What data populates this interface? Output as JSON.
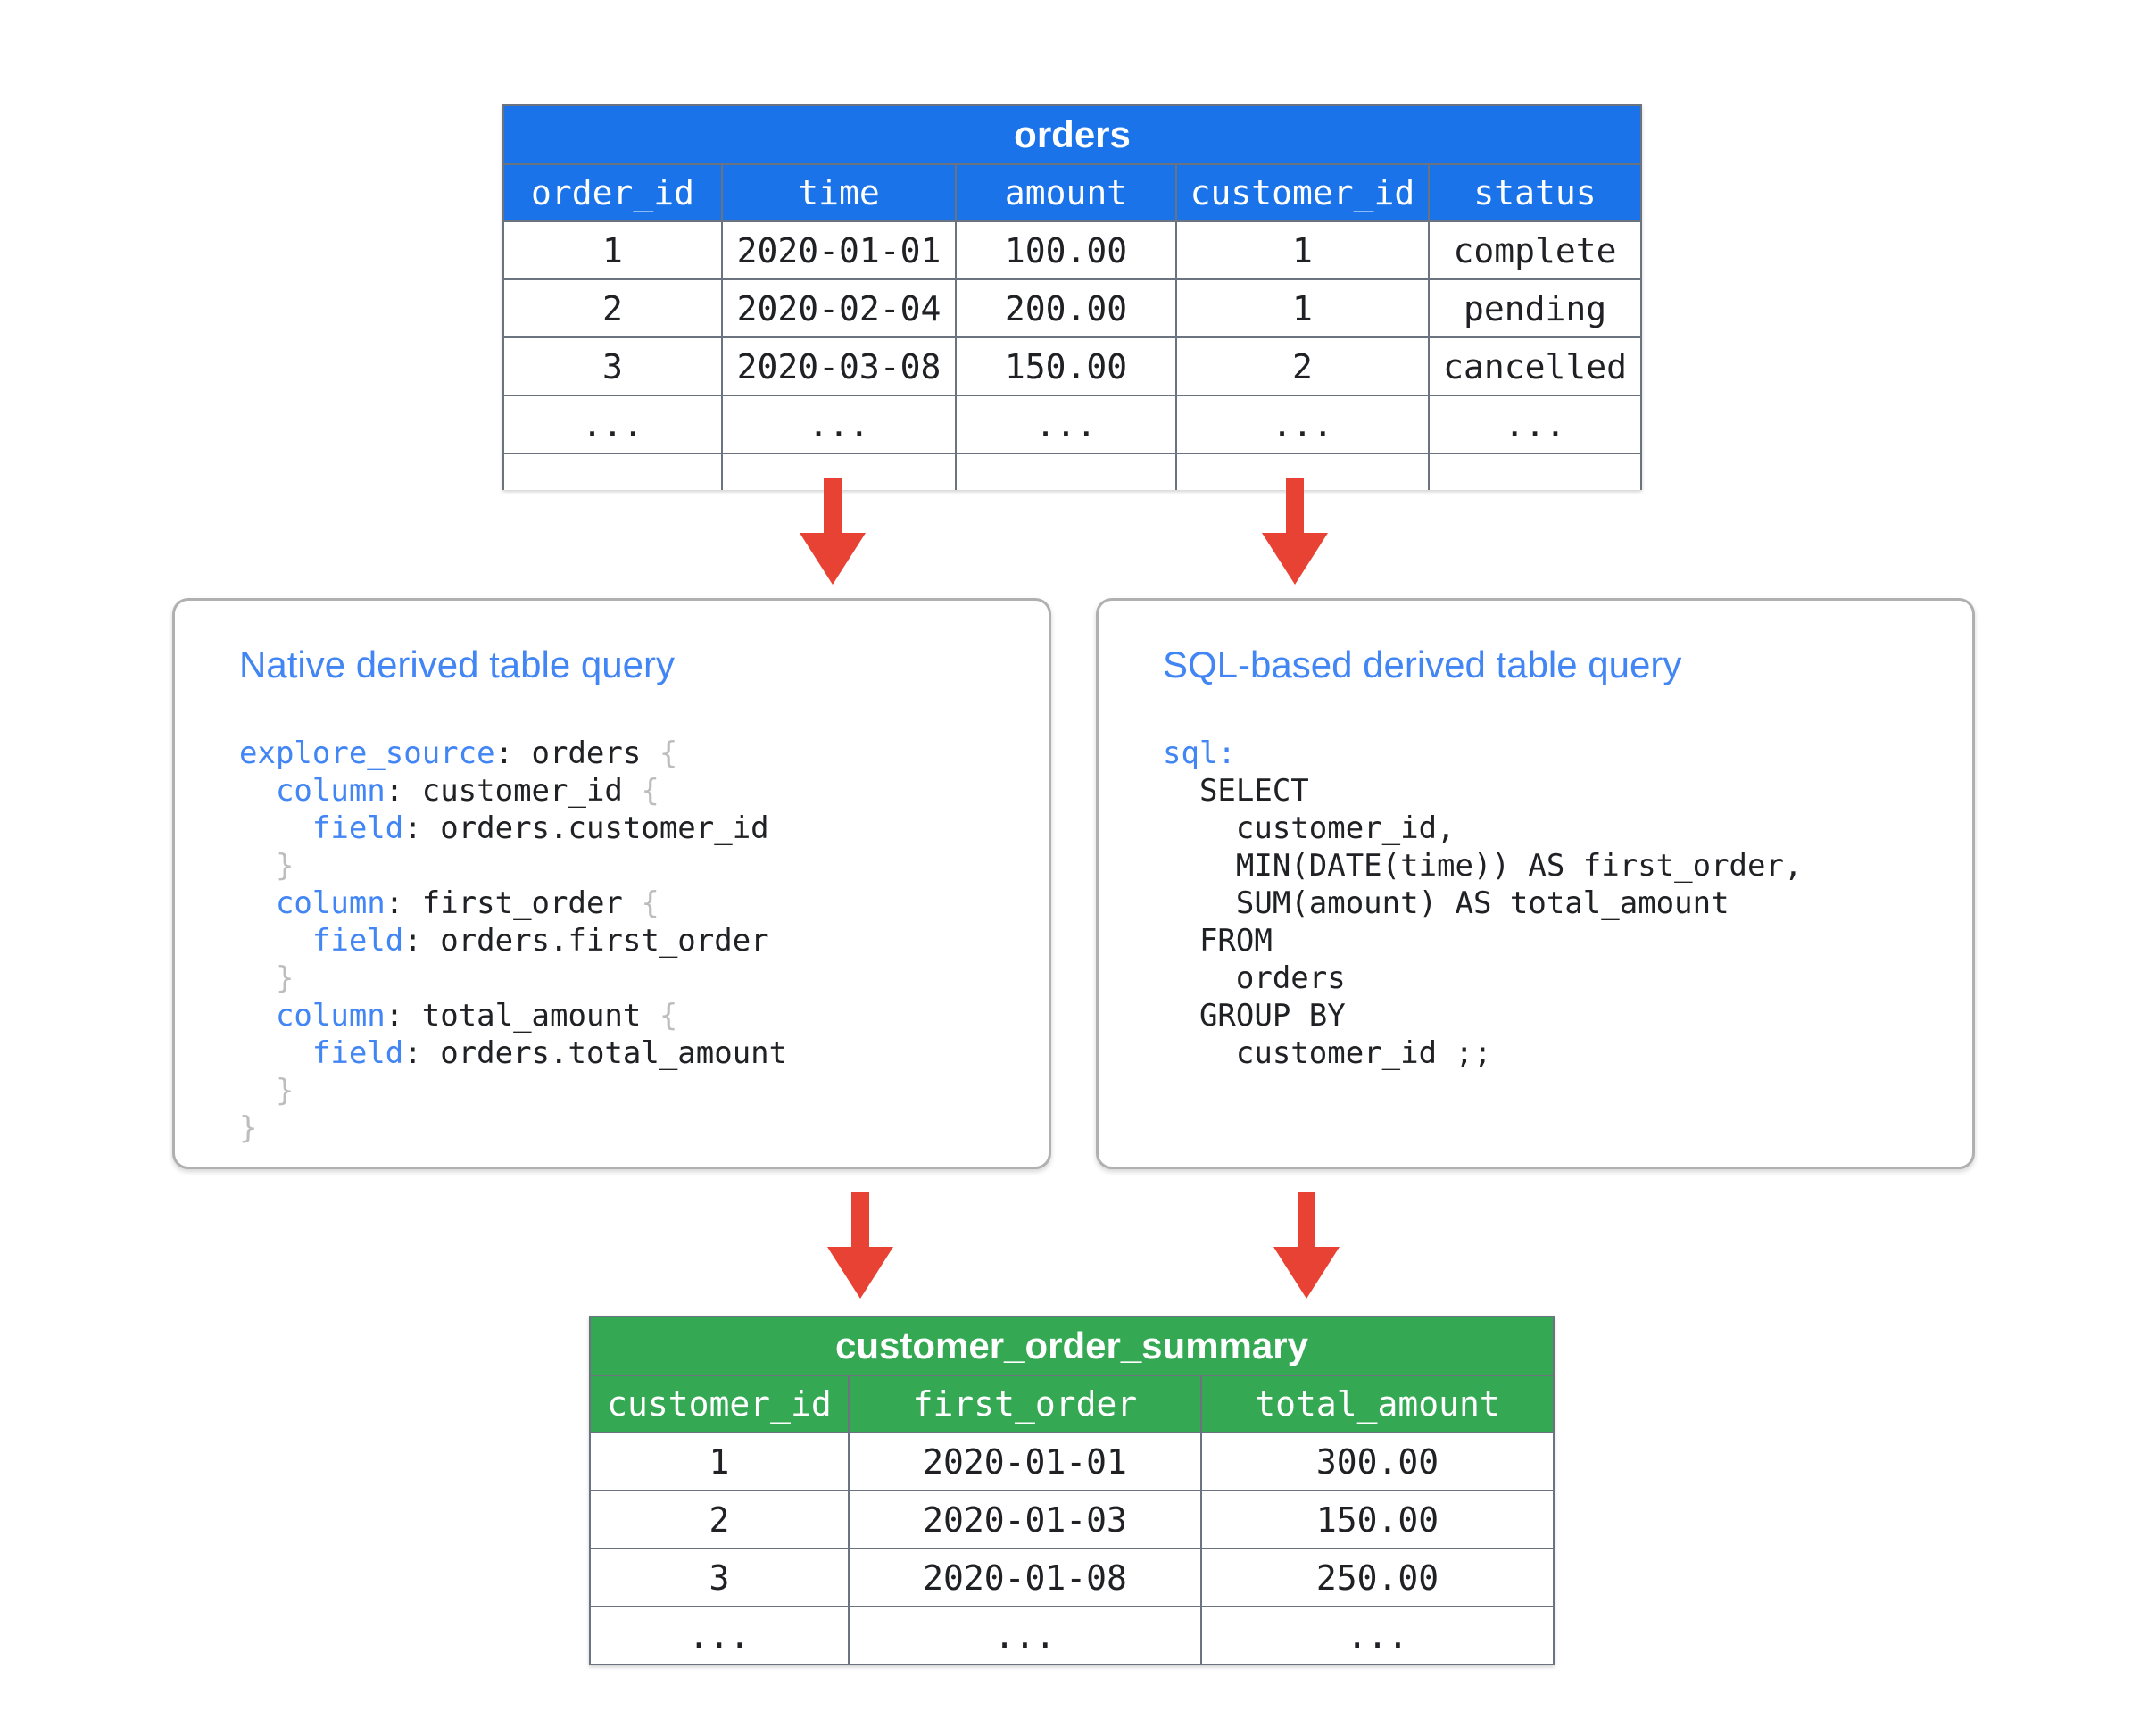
{
  "diagram": {
    "accent_blue": "#1a73e8",
    "accent_green": "#34a853",
    "accent_red": "#e84234",
    "keyword_blue": "#4285f4"
  },
  "source_table": {
    "title": "orders",
    "columns": [
      "order_id",
      "time",
      "amount",
      "customer_id",
      "status"
    ],
    "rows": [
      [
        "1",
        "2020-01-01",
        "100.00",
        "1",
        "complete"
      ],
      [
        "2",
        "2020-02-04",
        "200.00",
        "1",
        "pending"
      ],
      [
        "3",
        "2020-03-08",
        "150.00",
        "2",
        "cancelled"
      ],
      [
        "...",
        "...",
        "...",
        "...",
        "..."
      ]
    ]
  },
  "native_card": {
    "title": "Native derived table query",
    "code_lines": [
      [
        {
          "t": "explore_source",
          "c": "kw"
        },
        {
          "t": ": orders ",
          "c": ""
        },
        {
          "t": "{",
          "c": "brace"
        }
      ],
      [
        {
          "t": "  ",
          "c": ""
        },
        {
          "t": "column",
          "c": "kw"
        },
        {
          "t": ": customer_id ",
          "c": ""
        },
        {
          "t": "{",
          "c": "brace"
        }
      ],
      [
        {
          "t": "    ",
          "c": ""
        },
        {
          "t": "field",
          "c": "kw"
        },
        {
          "t": ": orders.customer_id",
          "c": ""
        }
      ],
      [
        {
          "t": "  ",
          "c": ""
        },
        {
          "t": "}",
          "c": "brace"
        }
      ],
      [
        {
          "t": "  ",
          "c": ""
        },
        {
          "t": "column",
          "c": "kw"
        },
        {
          "t": ": first_order ",
          "c": ""
        },
        {
          "t": "{",
          "c": "brace"
        }
      ],
      [
        {
          "t": "    ",
          "c": ""
        },
        {
          "t": "field",
          "c": "kw"
        },
        {
          "t": ": orders.first_order",
          "c": ""
        }
      ],
      [
        {
          "t": "  ",
          "c": ""
        },
        {
          "t": "}",
          "c": "brace"
        }
      ],
      [
        {
          "t": "  ",
          "c": ""
        },
        {
          "t": "column",
          "c": "kw"
        },
        {
          "t": ": total_amount ",
          "c": ""
        },
        {
          "t": "{",
          "c": "brace"
        }
      ],
      [
        {
          "t": "    ",
          "c": ""
        },
        {
          "t": "field",
          "c": "kw"
        },
        {
          "t": ": orders.total_amount",
          "c": ""
        }
      ],
      [
        {
          "t": "  ",
          "c": ""
        },
        {
          "t": "}",
          "c": "brace"
        }
      ],
      [
        {
          "t": "}",
          "c": "brace"
        }
      ]
    ]
  },
  "sql_card": {
    "title": "SQL-based derived table query",
    "code_lines": [
      [
        {
          "t": "sql:",
          "c": "kw"
        }
      ],
      [
        {
          "t": "  SELECT",
          "c": ""
        }
      ],
      [
        {
          "t": "    customer_id,",
          "c": ""
        }
      ],
      [
        {
          "t": "    MIN(DATE(time)) AS first_order,",
          "c": ""
        }
      ],
      [
        {
          "t": "    SUM(amount) AS total_amount",
          "c": ""
        }
      ],
      [
        {
          "t": "  FROM",
          "c": ""
        }
      ],
      [
        {
          "t": "    orders",
          "c": ""
        }
      ],
      [
        {
          "t": "  GROUP BY",
          "c": ""
        }
      ],
      [
        {
          "t": "    customer_id ;;",
          "c": ""
        }
      ]
    ]
  },
  "result_table": {
    "title": "customer_order_summary",
    "columns": [
      "customer_id",
      "first_order",
      "total_amount"
    ],
    "rows": [
      [
        "1",
        "2020-01-01",
        "300.00"
      ],
      [
        "2",
        "2020-01-03",
        "150.00"
      ],
      [
        "3",
        "2020-01-08",
        "250.00"
      ],
      [
        "...",
        "...",
        "..."
      ]
    ]
  },
  "arrows": [
    {
      "name": "orders-to-native"
    },
    {
      "name": "orders-to-sql"
    },
    {
      "name": "native-to-summary"
    },
    {
      "name": "sql-to-summary"
    }
  ]
}
